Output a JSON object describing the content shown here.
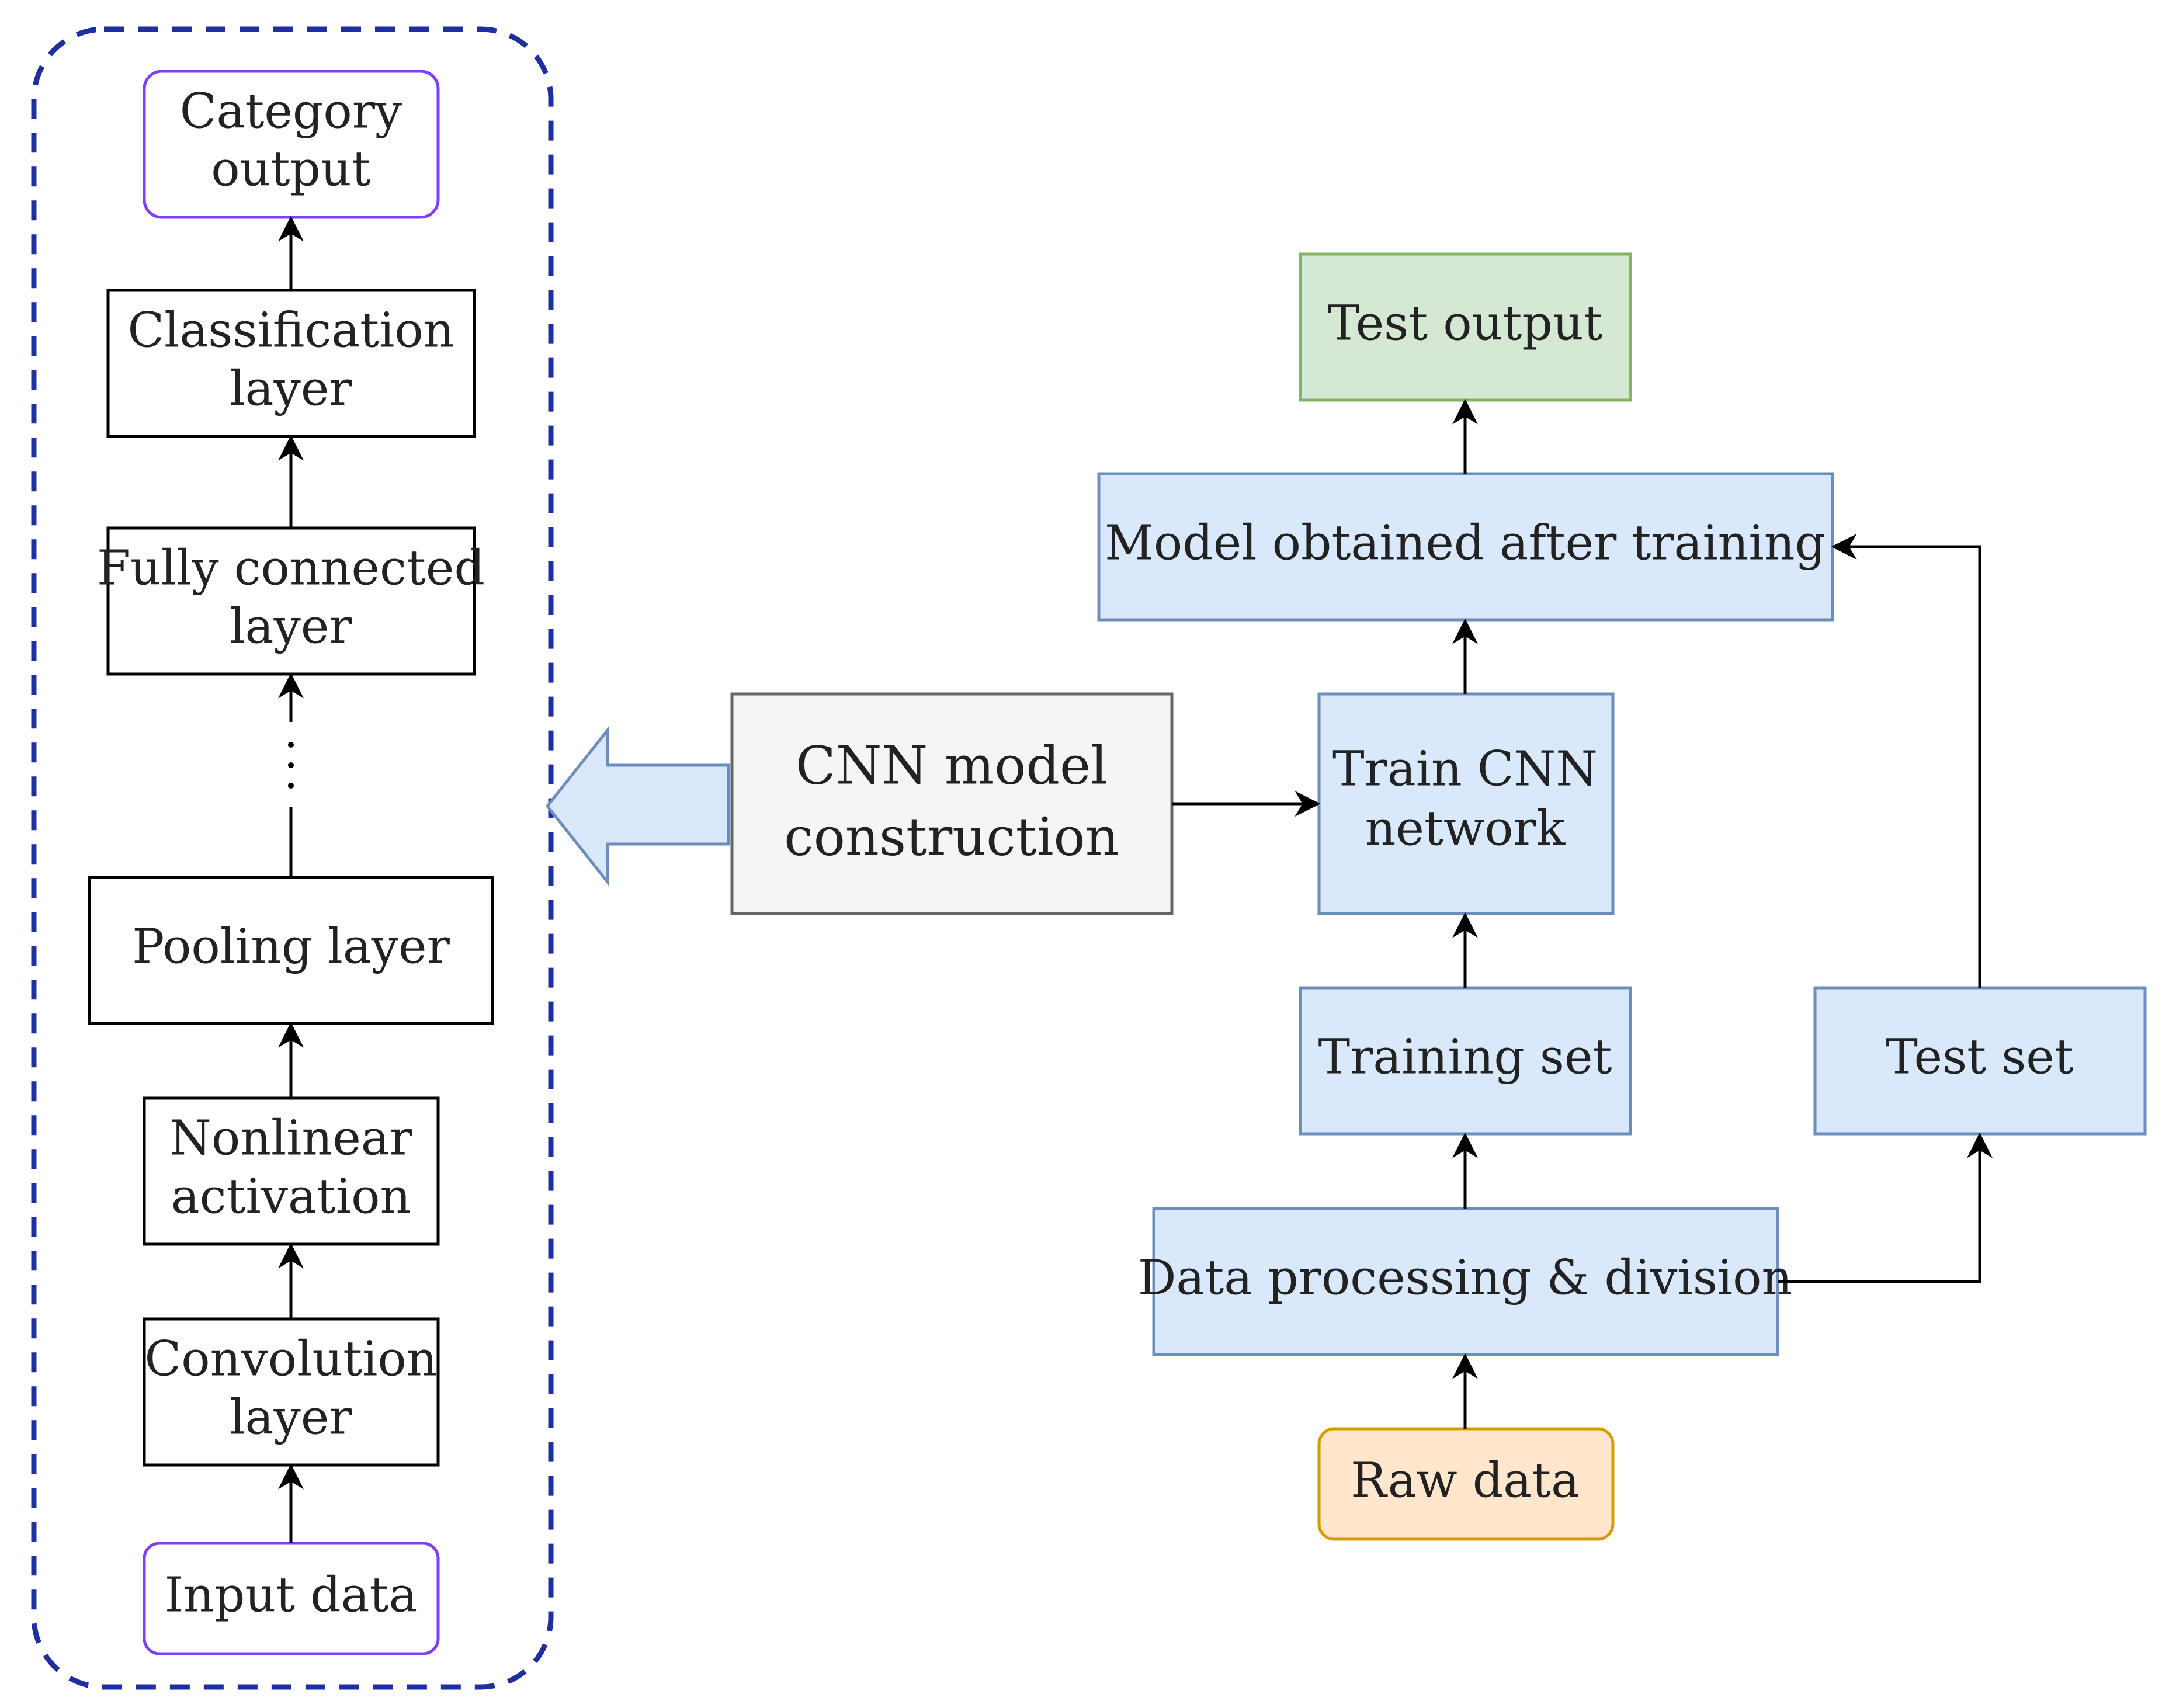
{
  "colors": {
    "blue_fill": "#dae8fc",
    "blue_stroke": "#6c8ebf",
    "green_fill": "#d5e8d4",
    "green_stroke": "#82b366",
    "orange_fill": "#ffe6cc",
    "orange_stroke": "#d79b00",
    "gray_fill": "#f5f5f5",
    "gray_stroke": "#666666",
    "purple_stroke": "#7f3fff",
    "dashed_border": "#1f2f9f",
    "block_arrow_fill": "#dae8fc",
    "block_arrow_stroke": "#6c8ebf"
  },
  "left_panel": {
    "category_output": [
      "Category",
      "output"
    ],
    "classification_layer": [
      "Classification",
      "layer"
    ],
    "fully_connected_layer": [
      "Fully connected",
      "layer"
    ],
    "pooling_layer": "Pooling layer",
    "nonlinear_activation": [
      "Nonlinear",
      "activation"
    ],
    "convolution_layer": [
      "Convolution",
      "layer"
    ],
    "input_data": "Input data"
  },
  "right_panel": {
    "test_output": "Test output",
    "model_obtained": "Model obtained after training",
    "cnn_model_construction": [
      "CNN model",
      "construction"
    ],
    "train_cnn_network": [
      "Train CNN",
      "network"
    ],
    "training_set": "Training set",
    "test_set": "Test set",
    "data_processing": "Data processing & division",
    "raw_data": "Raw data"
  }
}
